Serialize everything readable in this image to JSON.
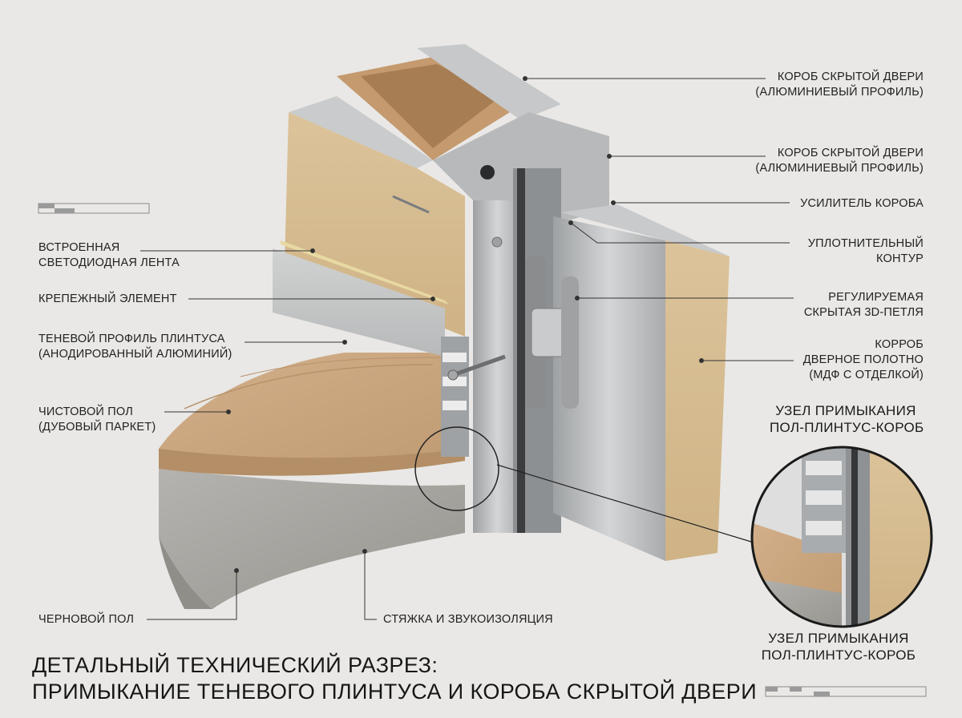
{
  "labels": {
    "frame_top": [
      "КОРОБ СКРЫТОЙ ДВЕРИ",
      "(АЛЮМИНИЕВЫЙ ПРОФИЛЬ)"
    ],
    "frame_second": [
      "КОРОБ СКРЫТОЙ ДВЕРИ",
      "(АЛЮМИНИЕВЫЙ ПРОФИЛЬ)"
    ],
    "reinforcement": [
      "УСИЛИТЕЛЬ КОРОБА"
    ],
    "seal": [
      "УПЛОТНИТЕЛЬНЫЙ",
      "КОНТУР"
    ],
    "hinge": [
      "РЕГУЛИРУЕМАЯ",
      "СКРЫТАЯ 3D-ПЕТЛЯ"
    ],
    "door_leaf": [
      "КОРРОБ",
      "ДВЕРНОЕ ПОЛОТНО",
      "(МДФ С ОТДЕЛКОЙ)"
    ],
    "led": [
      "ВСТРОЕННАЯ",
      "СВЕТОДИОДНАЯ ЛЕНТА"
    ],
    "fastener": [
      "КРЕПЕЖНЫЙ ЭЛЕМЕНТ"
    ],
    "shadow_profile": [
      "ТЕНЕВОЙ ПРОФИЛЬ ПЛИНТУСА",
      "(АНОДИРОВАННЫЙ АЛЮМИНИЙ)"
    ],
    "finish_floor": [
      "ЧИСТОВОЙ ПОЛ",
      "(ДУБОВЫЙ ПАРКЕТ)"
    ],
    "subfloor": [
      "ЧЕРНОВОЙ ПОЛ"
    ],
    "screed": [
      "СТЯЖКА И ЗВУКОИЗОЛЯЦИЯ"
    ]
  },
  "detail_title_top": [
    "УЗЕЛ ПРИМЫКАНИЯ",
    "ПОЛ-ПЛИНТУС-КОРОБ"
  ],
  "detail_title_bottom": [
    "УЗЕЛ ПРИМЫКАНИЯ",
    "ПОЛ-ПЛИНТУС-КОРОБ"
  ],
  "title": [
    "ДЕТАЛЬНЫЙ ТЕХНИЧЕСКИЙ РАЗРЕЗ:",
    "ПРИМЫКАНИЕ ТЕНЕВОГО ПЛИНТУСА И КОРОБА СКРЫТОЙ ДВЕРИ"
  ],
  "colors": {
    "background": "#e9e8e6",
    "aluminum": "#b9bbbc",
    "oak": "#c9a57f",
    "mdf": "#d9bf93",
    "concrete": "#a9a8a4",
    "leader": "#333333"
  }
}
